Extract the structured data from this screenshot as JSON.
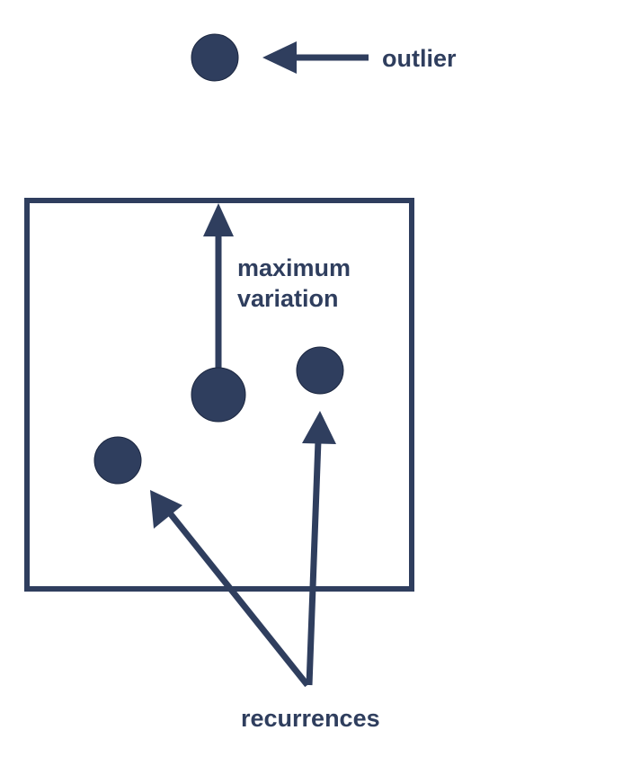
{
  "diagram": {
    "labels": {
      "outlier": "outlier",
      "maximum_variation_line1": "maximum",
      "maximum_variation_line2": "variation",
      "recurrences": "recurrences"
    },
    "colors": {
      "ink": "#2f3e5e",
      "background": "#ffffff"
    }
  }
}
